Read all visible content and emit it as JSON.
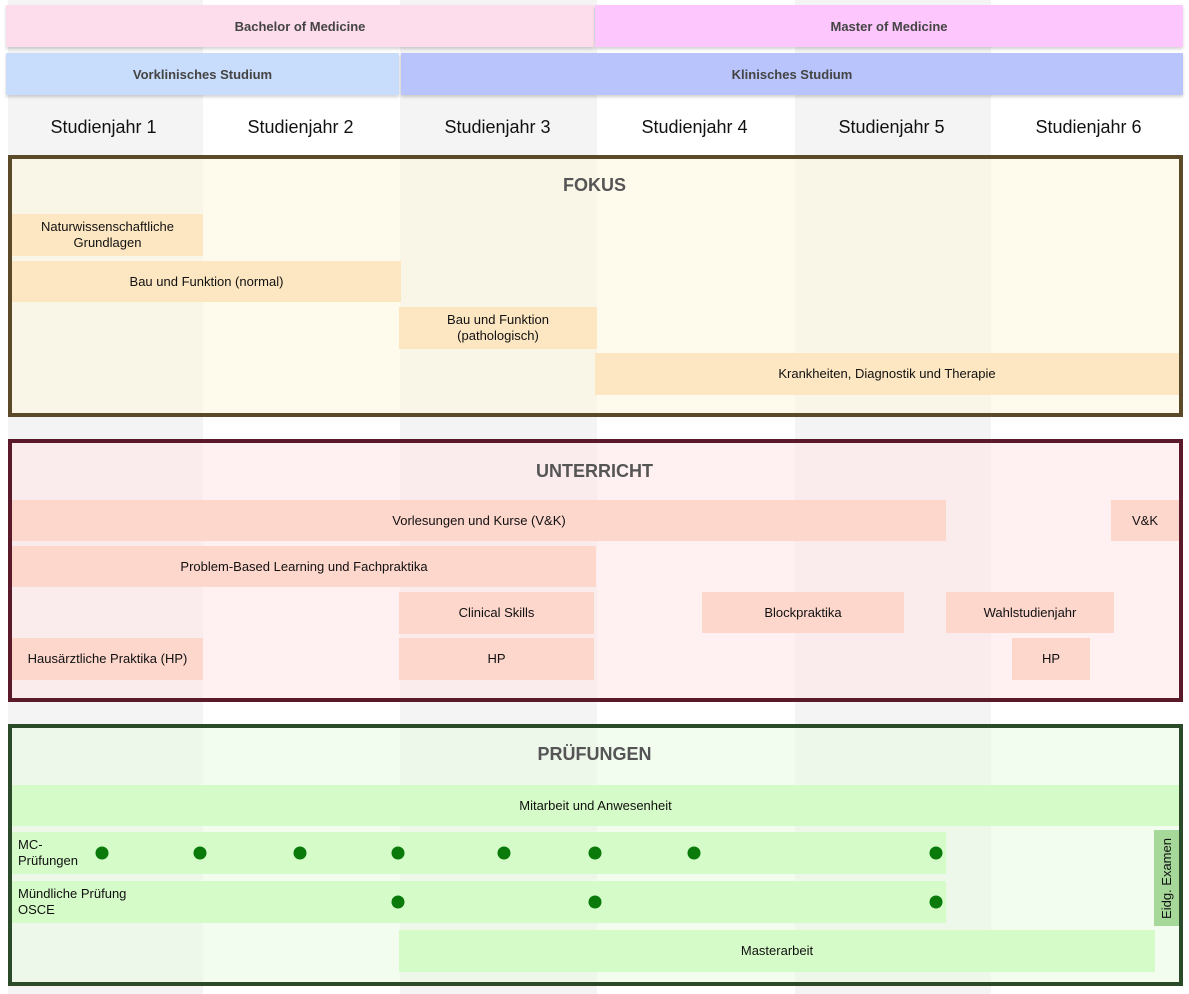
{
  "degrees": {
    "bachelor": "Bachelor of Medicine",
    "master": "Master of Medicine",
    "bachelor_color": "#fddcec",
    "master_color": "#fdc6fc"
  },
  "phases": {
    "vorklinisch": "Vorklinisches Studium",
    "klinisch": "Klinisches Studium",
    "vorklinisch_color": "#c8dcfb",
    "klinisch_color": "#b8c4fb"
  },
  "years": [
    "Studienjahr 1",
    "Studienjahr 2",
    "Studienjahr 3",
    "Studienjahr 4",
    "Studienjahr 5",
    "Studienjahr 6"
  ],
  "fokus": {
    "title": "FOKUS",
    "border_color": "#5a4a2a",
    "bg_color": "#fffae9",
    "items": {
      "naturwiss": "Naturwissenschaftliche Grundlagen",
      "bau_normal": "Bau und Funktion (normal)",
      "bau_patho": "Bau und Funktion (pathologisch)",
      "krankheiten": "Krankheiten, Diagnostik und Therapie"
    }
  },
  "unterricht": {
    "title": "UNTERRICHT",
    "border_color": "#5a1a2a",
    "bg_color": "#fff0f1",
    "items": {
      "vk": "Vorlesungen und Kurse (V&K)",
      "vk_short": "V&K",
      "pbl": "Problem-Based Learning und Fachpraktika",
      "clinical_skills": "Clinical Skills",
      "blockpraktika": "Blockpraktika",
      "wahlstudienjahr": "Wahlstudienjahr",
      "hausarzt": "Hausärztliche Praktika (HP)",
      "hp": "HP",
      "hp2": "HP"
    }
  },
  "pruefungen": {
    "title": "PRÜFUNGEN",
    "border_color": "#2a4a2a",
    "bg_color": "#eefdec",
    "items": {
      "mitarbeit": "Mitarbeit und Anwesenheit",
      "mc": "MC-\nPrüfungen",
      "muendlich": "Mündliche Prüfung\nOSCE",
      "masterarbeit": "Masterarbeit",
      "eidg": "Eidg. Examen"
    }
  }
}
